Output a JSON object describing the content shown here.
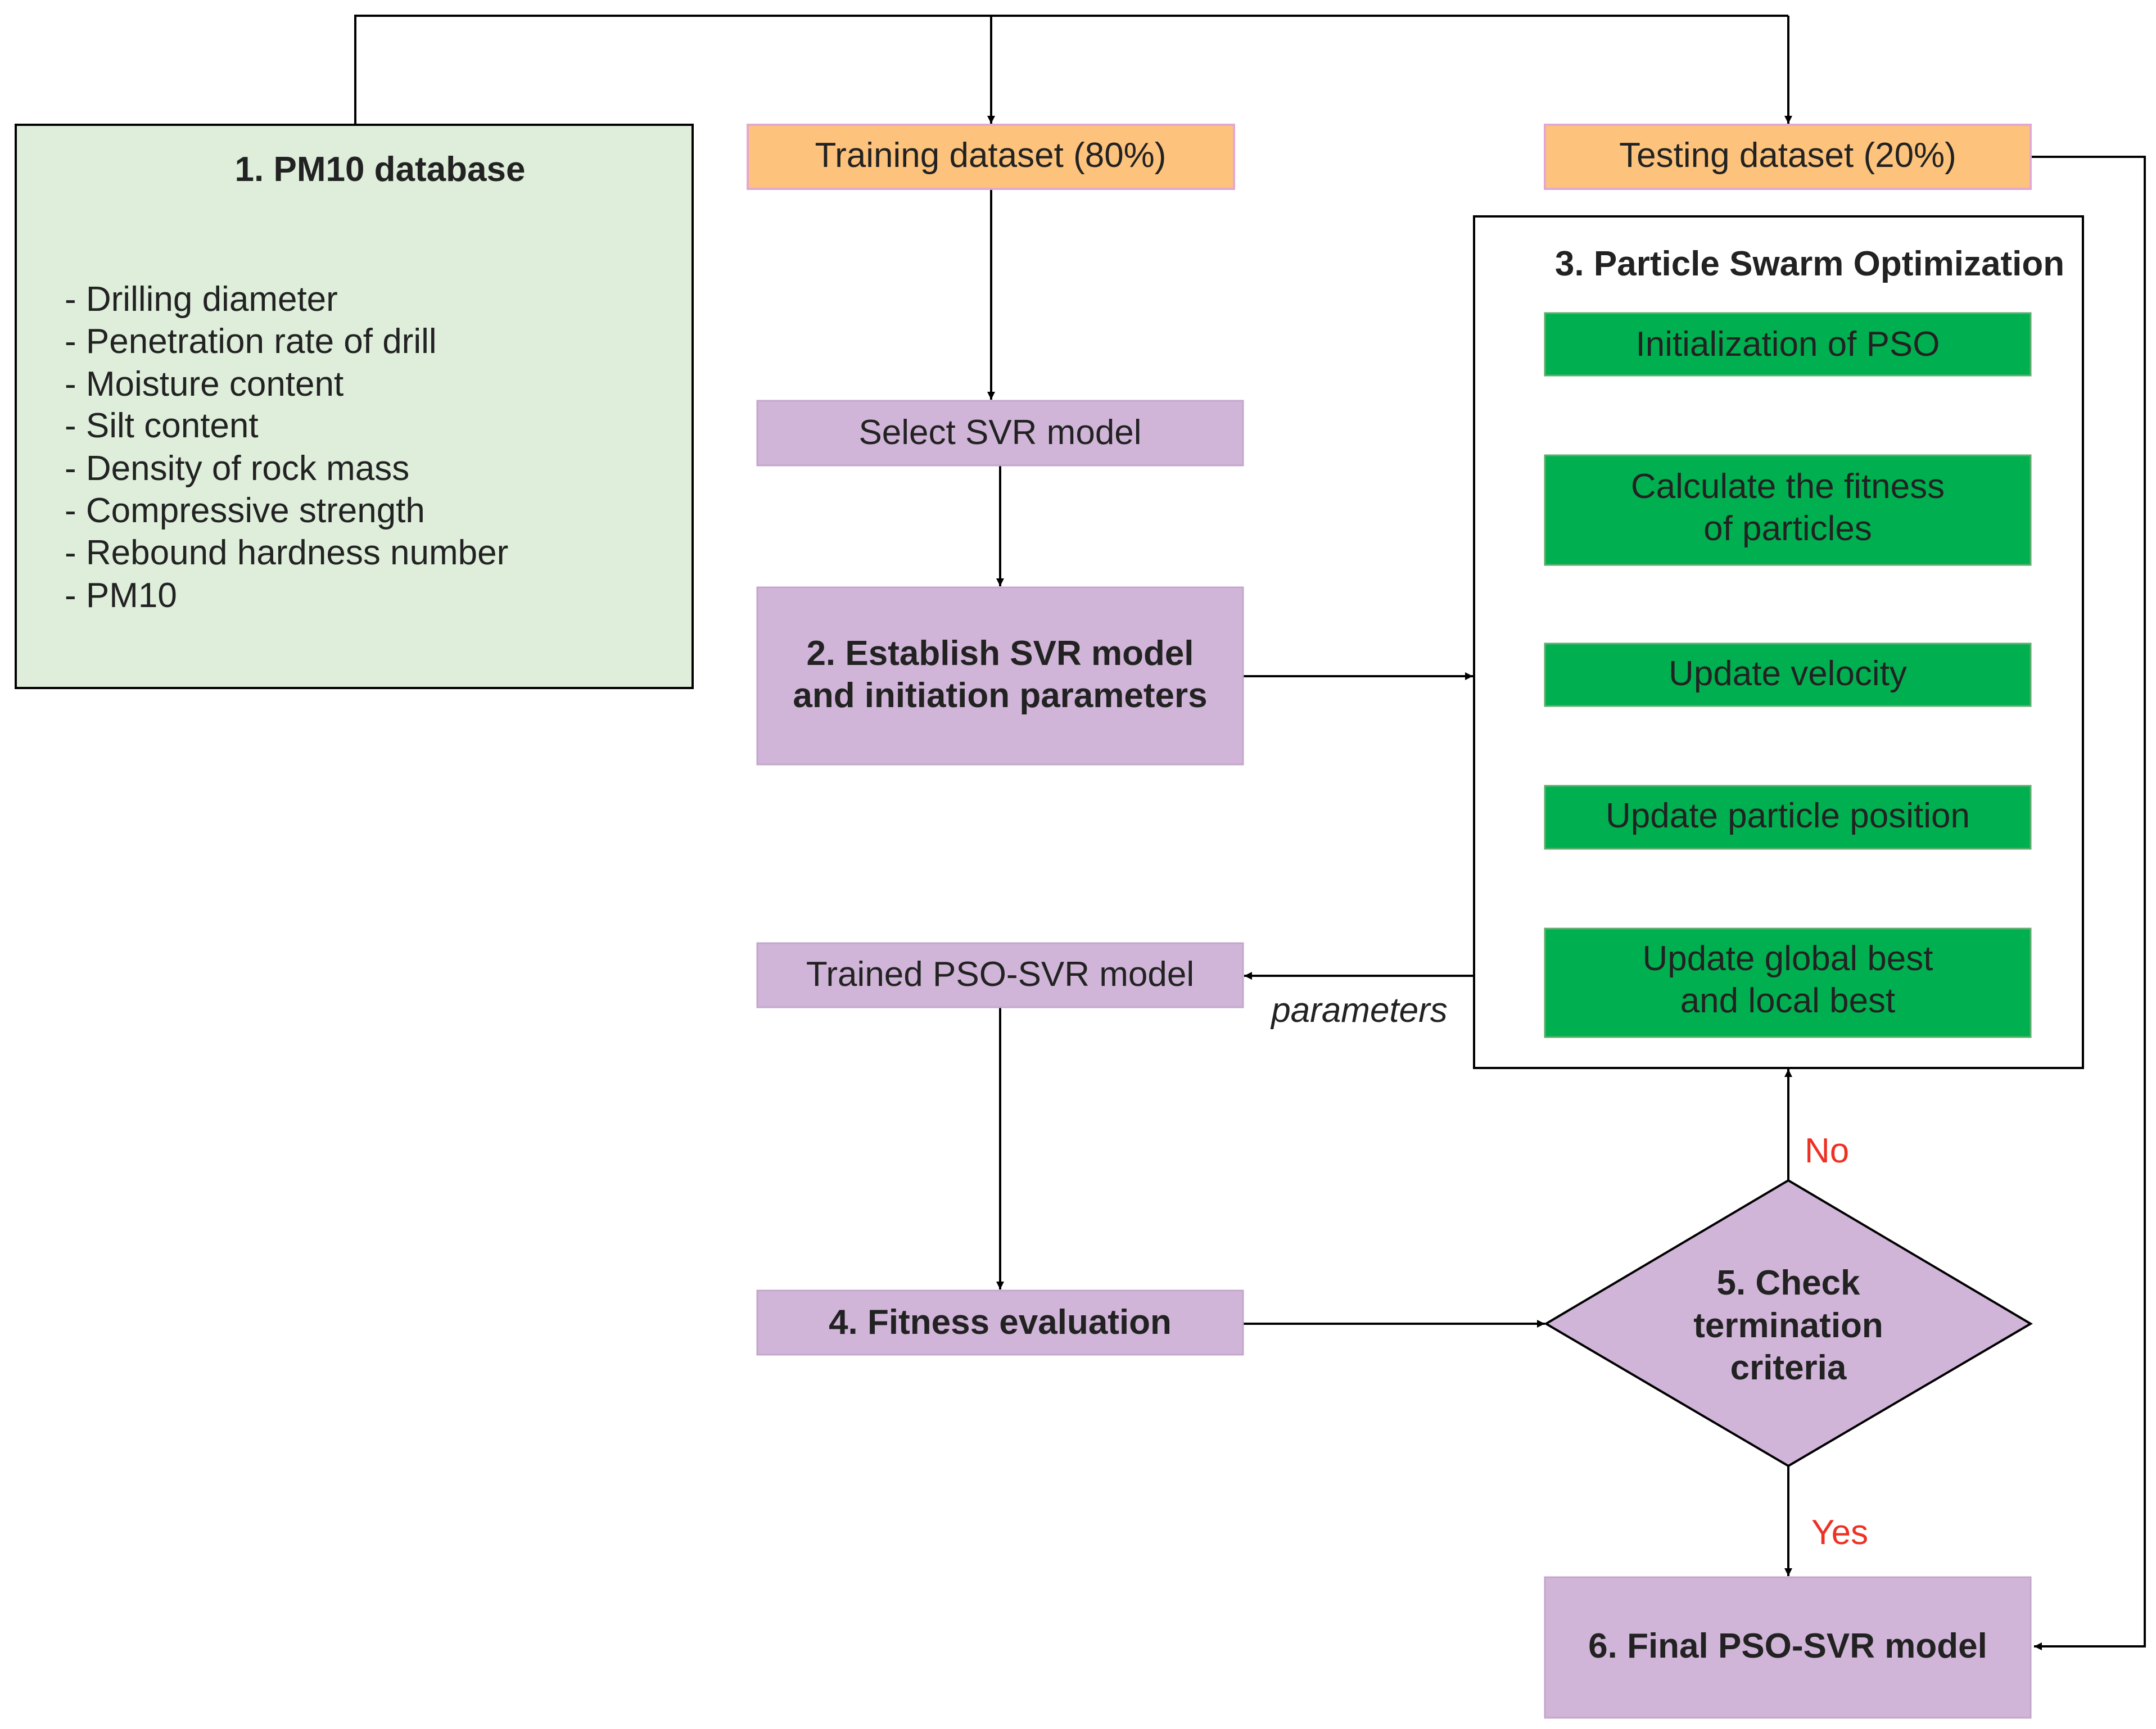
{
  "nodes": {
    "database": {
      "title": "1. PM10 database",
      "items": [
        "- Drilling diameter",
        "- Penetration rate of drill",
        "- Moisture content",
        "- Silt content",
        "- Density of rock mass",
        "- Compressive strength",
        "- Rebound hardness number",
        "- PM10"
      ]
    },
    "training": {
      "label": "Training dataset (80%)"
    },
    "testing": {
      "label": "Testing dataset (20%)"
    },
    "select_svr": {
      "label": "Select SVR model"
    },
    "establish_svr": {
      "line1": "2. Establish SVR model",
      "line2": "and initiation parameters"
    },
    "pso": {
      "title": "3. Particle Swarm Optimization",
      "init": "Initialization of PSO",
      "fitness_line1": "Calculate the fitness",
      "fitness_line2": "of particles",
      "velocity": "Update velocity",
      "position": "Update particle position",
      "best_line1": "Update global best",
      "best_line2": "and local best"
    },
    "trained": {
      "label": "Trained PSO-SVR model"
    },
    "fitness_eval": {
      "label": "4. Fitness evaluation"
    },
    "check": {
      "line1": "5. Check",
      "line2": "termination",
      "line3": "criteria"
    },
    "final": {
      "label": "6. Final PSO-SVR model"
    }
  },
  "edge_labels": {
    "parameters": "parameters",
    "no": "No",
    "yes": "Yes"
  },
  "colors": {
    "database_fill": "#deeedb",
    "dataset_fill": "#fdc37c",
    "dataset_stroke": "#e3a8d2",
    "process_fill": "#d0b5d8",
    "pso_step_fill": "#00b050",
    "no_yes_text": "#ee3124"
  }
}
